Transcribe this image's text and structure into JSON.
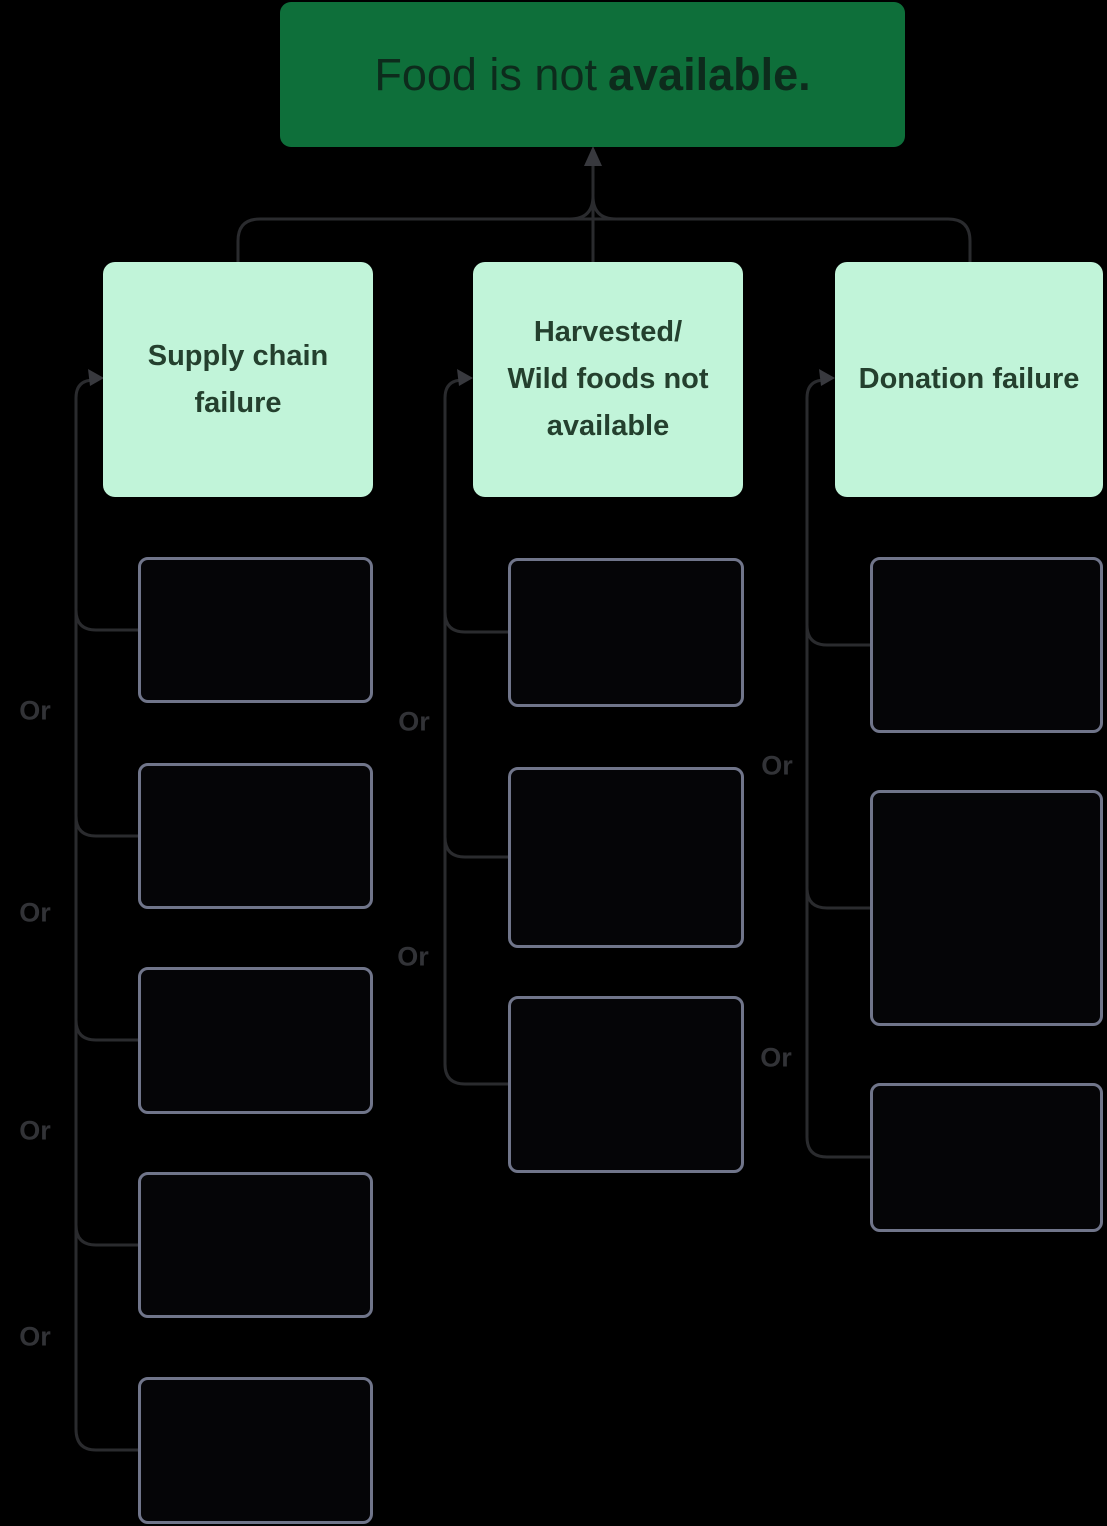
{
  "diagram": {
    "title_node": {
      "text_normal": "Food is not",
      "text_bold": "available."
    },
    "gate_label": "Or",
    "branches": [
      {
        "label": "Supply chain\nfailure",
        "empty_children": 5,
        "or_gates": 4
      },
      {
        "label": "Harvested/\nWild foods not\navailable",
        "empty_children": 3,
        "or_gates": 2
      },
      {
        "label": "Donation failure",
        "empty_children": 3,
        "or_gates": 2
      }
    ],
    "colors": {
      "background": "#000000",
      "root_fill": "#0E6F3A",
      "root_text": "#0D2B1C",
      "branch_fill": "#C1F4D9",
      "branch_text": "#24402E",
      "child_border": "#70758A",
      "connector_line": "#2A2B2E",
      "arrowhead": "#38393E",
      "or_text": "#323337"
    }
  }
}
